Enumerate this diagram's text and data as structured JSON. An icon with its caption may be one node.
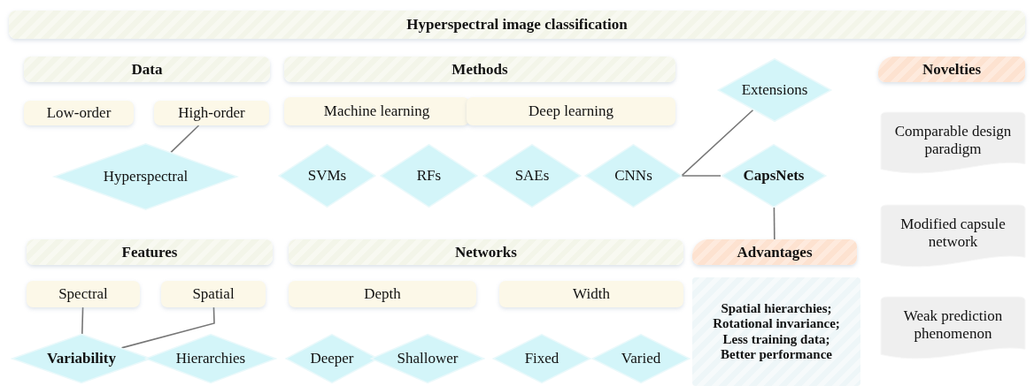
{
  "diagram": {
    "title": "Hyperspectral image classification",
    "nodes": [
      {
        "text": [
          "Data"
        ]
      },
      {
        "text": [
          "Methods"
        ]
      },
      {
        "text": [
          "Novelties"
        ]
      },
      {
        "text": [
          "Low-order"
        ]
      },
      {
        "text": [
          "High-order"
        ]
      },
      {
        "text": [
          "Machine learning"
        ]
      },
      {
        "text": [
          "Deep learning"
        ]
      },
      {
        "text": [
          "Extensions"
        ]
      },
      {
        "text": [
          "Comparable design paradigm"
        ]
      },
      {
        "text": [
          "Hyperspectral"
        ]
      },
      {
        "text": [
          "SVMs"
        ]
      },
      {
        "text": [
          "RFs"
        ]
      },
      {
        "text": [
          "SAEs"
        ]
      },
      {
        "text": [
          "CNNs"
        ]
      },
      {
        "text": [
          "CapsNets"
        ]
      },
      {
        "text": [
          "Modified capsule network"
        ]
      },
      {
        "text": [
          "Features"
        ]
      },
      {
        "text": [
          "Networks"
        ]
      },
      {
        "text": [
          "Advantages"
        ]
      },
      {
        "text": [
          "Spectral"
        ]
      },
      {
        "text": [
          "Spatial"
        ]
      },
      {
        "text": [
          "Depth"
        ]
      },
      {
        "text": [
          "Width"
        ]
      },
      {
        "text": [
          "Spatial hierarchies; Rotational invariance; Less training data; Better performance"
        ]
      },
      {
        "text": [
          "Weak prediction phenomenon"
        ]
      },
      {
        "text": [
          "Variability"
        ]
      },
      {
        "text": [
          "Hierarchies"
        ]
      },
      {
        "text": [
          "Deeper"
        ]
      },
      {
        "text": [
          "Shallower"
        ]
      },
      {
        "text": [
          "Fixed"
        ]
      },
      {
        "text": [
          "Varied"
        ]
      }
    ],
    "edges": [
      {
        "from": 4,
        "to": 9,
        "arrow": "none"
      },
      {
        "from": 13,
        "to": 7,
        "arrow": "none"
      },
      {
        "from": 13,
        "to": 14,
        "arrow": "none"
      },
      {
        "from": 14,
        "to": 18,
        "arrow": "none"
      },
      {
        "from": 19,
        "to": 25,
        "arrow": "none"
      },
      {
        "from": 20,
        "to": 25,
        "arrow": "none"
      }
    ]
  }
}
